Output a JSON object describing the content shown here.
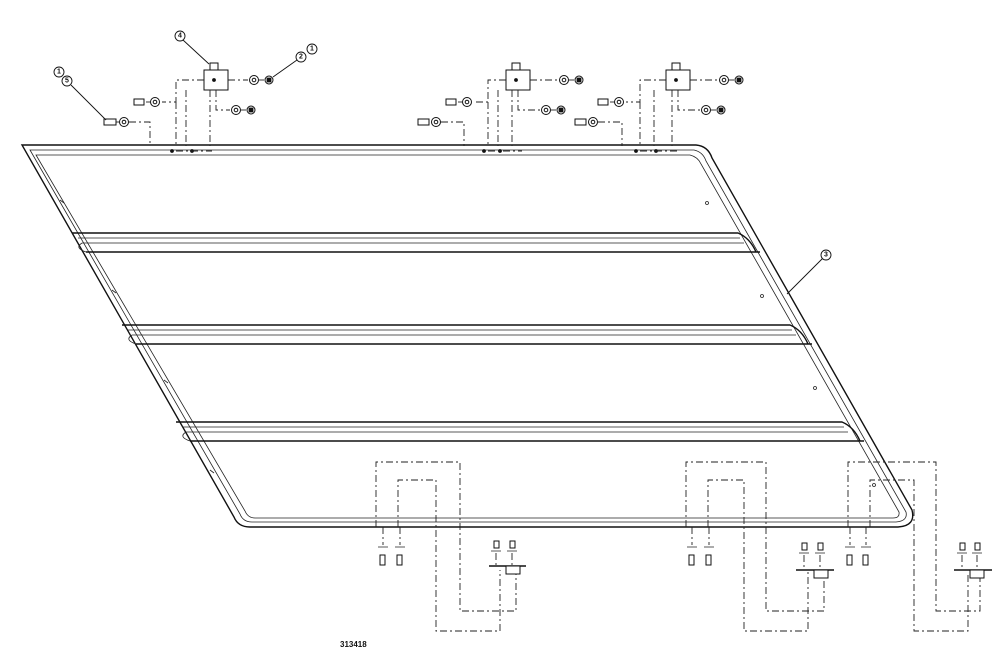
{
  "callouts": {
    "c4": "4",
    "c2": "2",
    "c1a": "1",
    "c1b": "1",
    "c5": "5",
    "c3": "3"
  },
  "drawing_number": "313418",
  "colors": {
    "line": "#111111",
    "background": "#ffffff"
  }
}
